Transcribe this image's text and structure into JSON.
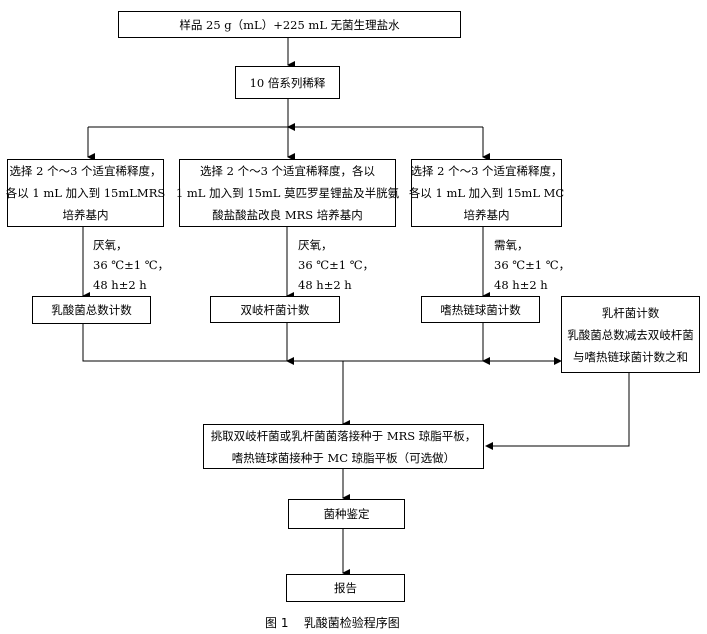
{
  "nodes": {
    "sample": {
      "lines": [
        "样品 25 g（mL）+225 mL 无菌生理盐水"
      ]
    },
    "dilution": {
      "lines": [
        "10 倍系列稀释"
      ]
    },
    "branch_mrs": {
      "lines": [
        "选择 2 个～3 个适宜稀释度，",
        "各以 1 mL 加入到 15mLMRS",
        "培养基内"
      ]
    },
    "branch_mod_mrs": {
      "lines": [
        "选择 2 个～3 个适宜稀释度，各以",
        "1 mL 加入到 15mL 莫匹罗星锂盐及半胱氨",
        "酸盐酸盐改良 MRS 培养基内"
      ]
    },
    "branch_mc": {
      "lines": [
        "选择 2 个～3 个适宜稀释度，",
        "各以 1 mL 加入到 15mL MC",
        "培养基内"
      ]
    },
    "count_total_lab": {
      "lines": [
        "乳酸菌总数计数"
      ]
    },
    "count_bifido": {
      "lines": [
        "双岐杆菌计数"
      ]
    },
    "count_strep": {
      "lines": [
        "嗜热链球菌计数"
      ]
    },
    "count_lacto": {
      "lines": [
        "乳杆菌计数",
        "乳酸菌总数减去双岐杆菌",
        "与嗜热链球菌计数之和"
      ]
    },
    "pick_colonies": {
      "lines": [
        "挑取双岐杆菌或乳杆菌菌落接种于 MRS 琼脂平板，",
        "嗜热链球菌接种于 MC 琼脂平板（可选做）"
      ]
    },
    "identify": {
      "lines": [
        "菌种鉴定"
      ]
    },
    "report": {
      "lines": [
        "报告"
      ]
    }
  },
  "conditions": {
    "mrs": [
      "厌氧，",
      "36 ℃±1 ℃，",
      "48 h±2 h"
    ],
    "mod_mrs": [
      "厌氧，",
      "36 ℃±1 ℃，",
      "48 h±2 h"
    ],
    "mc": [
      "需氧，",
      "36 ℃±1 ℃，",
      "48 h±2 h"
    ]
  },
  "caption": "图 1    乳酸菌检验程序图"
}
